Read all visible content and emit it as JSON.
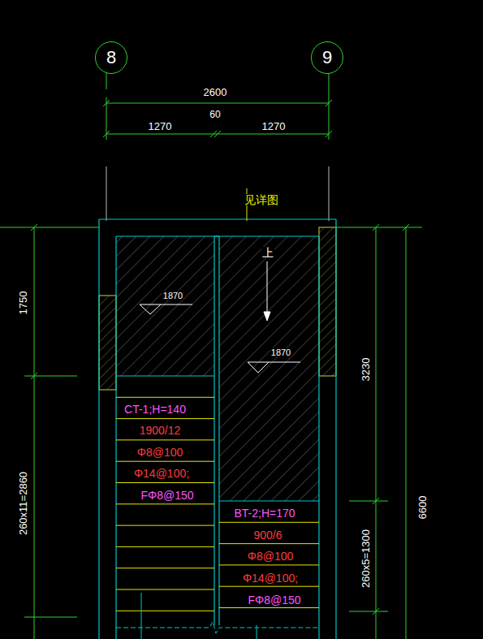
{
  "diagram": {
    "nodes": [
      {
        "text": [
          "8"
        ]
      },
      {
        "text": [
          "9"
        ]
      }
    ],
    "labels": [
      "2600",
      "60",
      "1270",
      "1270",
      "见详图",
      "上",
      "1870",
      "1870",
      "1750",
      "260x11=2860",
      "3230",
      "6600",
      "260x5=1300",
      "CT-1;H=140",
      "1900/12",
      "Φ8@100",
      "Φ14@100;",
      "FΦ8@150",
      "BT-2;H=170",
      "900/6",
      "Φ8@100",
      "Φ14@100;",
      "FΦ8@150"
    ]
  }
}
